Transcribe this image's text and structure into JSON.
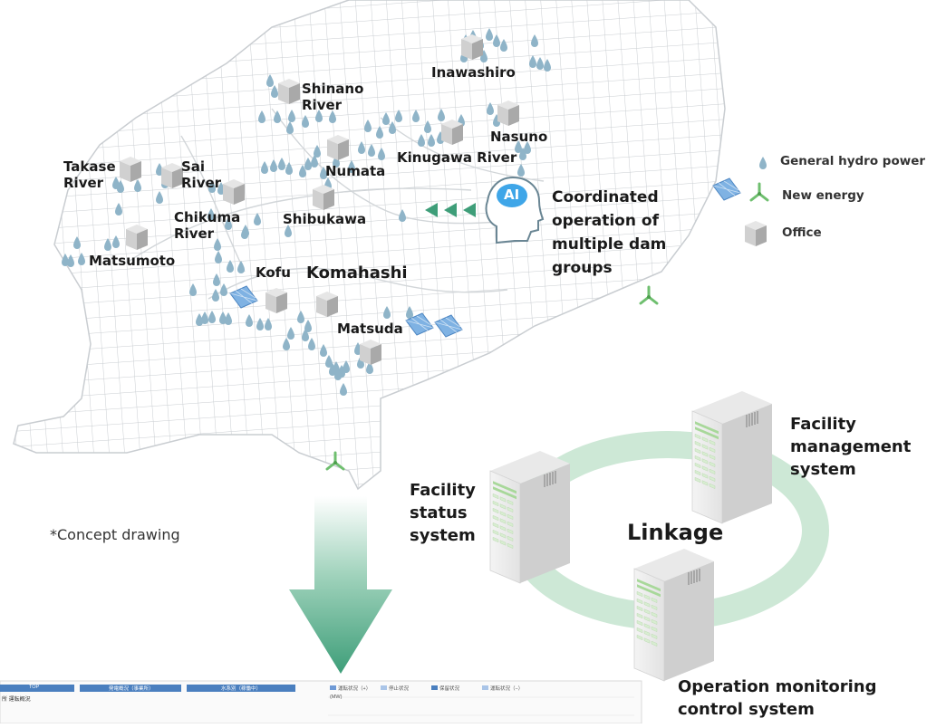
{
  "map": {
    "labels": {
      "inawashiro": "Inawashiro",
      "shinano_river": "Shinano\nRiver",
      "nasuno": "Nasuno",
      "kinugawa_river": "Kinugawa River",
      "numata": "Numata",
      "takase_river": "Takase\nRiver",
      "sai_river": "Sai\nRiver",
      "shibukawa": "Shibukawa",
      "chikuma_river": "Chikuma\nRiver",
      "matsumoto": "Matsumoto",
      "kofu": "Kofu",
      "komahashi": "Komahashi",
      "matsuda": "Matsuda"
    },
    "ai_badge": "AI",
    "coordinated_text": "Coordinated\noperation of\nmultiple dam\ngroups",
    "note": "*Concept drawing"
  },
  "legend": {
    "hydro": "General hydro power",
    "new_energy": "New energy",
    "office": "Office"
  },
  "systems": {
    "linkage": "Linkage",
    "facility_status": "Facility\nstatus\nsystem",
    "facility_management": "Facility\nmanagement\nsystem",
    "operation_monitoring": "Operation monitoring\ncontrol system"
  },
  "screenshot": {
    "tabs": [
      "TOP",
      "発電概況（事業所）",
      "水系別（稼働中）"
    ],
    "title": "所  運転概況",
    "legend_items": [
      "運転状況（+）",
      "停止状況",
      "保留状況",
      "運転状況（−）"
    ],
    "unit": "(MW)"
  },
  "colors": {
    "map_line": "#c9cdd1",
    "hydro_drop": "#8fb4c8",
    "green_arrow": "#3e9e79",
    "ring": "#cde8d6",
    "ai_blue": "#3fa6e8"
  }
}
